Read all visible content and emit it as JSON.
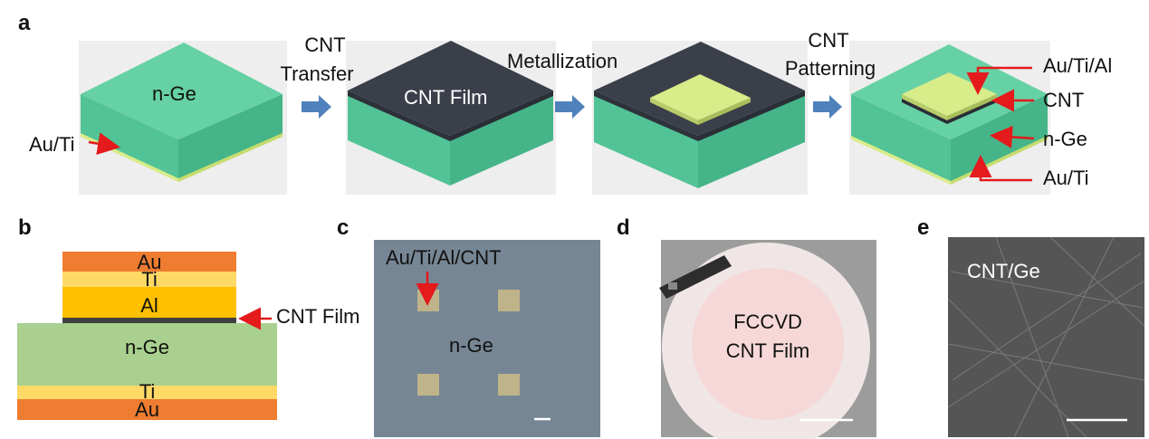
{
  "panels": {
    "a": "a",
    "b": "b",
    "c": "c",
    "d": "d",
    "e": "e"
  },
  "panel_a": {
    "step1": {
      "line1": "CNT",
      "line2": "Transfer"
    },
    "step2": "Metallization",
    "step3": {
      "line1": "CNT",
      "line2": "Patterning"
    },
    "block1_label": "n-Ge",
    "block1_bottom_label": "Au/Ti",
    "block2_label": "CNT Film",
    "final_labels": {
      "top": "Au/Ti/Al",
      "cnt": "CNT",
      "nge": "n-Ge",
      "bottom": "Au/Ti"
    },
    "colors": {
      "ge_top": "#66d1a4",
      "ge_front": "#52c396",
      "ge_side": "#45b589",
      "cnt": "#3a3f4a",
      "metal": "#d8ec8a",
      "arrow_blue": "#4f81bd",
      "arrow_red": "#e41a1c"
    }
  },
  "panel_b": {
    "layers": {
      "au_top": "Au",
      "ti_top": "Ti",
      "al": "Al",
      "nge": "n-Ge",
      "ti_bottom": "Ti",
      "au_bottom": "Au"
    },
    "cnt_label": "CNT Film",
    "colors": {
      "au": "#ee7d31",
      "ti": "#fed966",
      "al": "#ffc000",
      "nge": "#a9d08e",
      "cnt": "#404040"
    }
  },
  "panel_c": {
    "pad_label": "Au/Ti/Al/CNT",
    "substrate_label": "n-Ge"
  },
  "panel_d": {
    "line1": "FCCVD",
    "line2": "CNT Film"
  },
  "panel_e": {
    "label": "CNT/Ge"
  }
}
